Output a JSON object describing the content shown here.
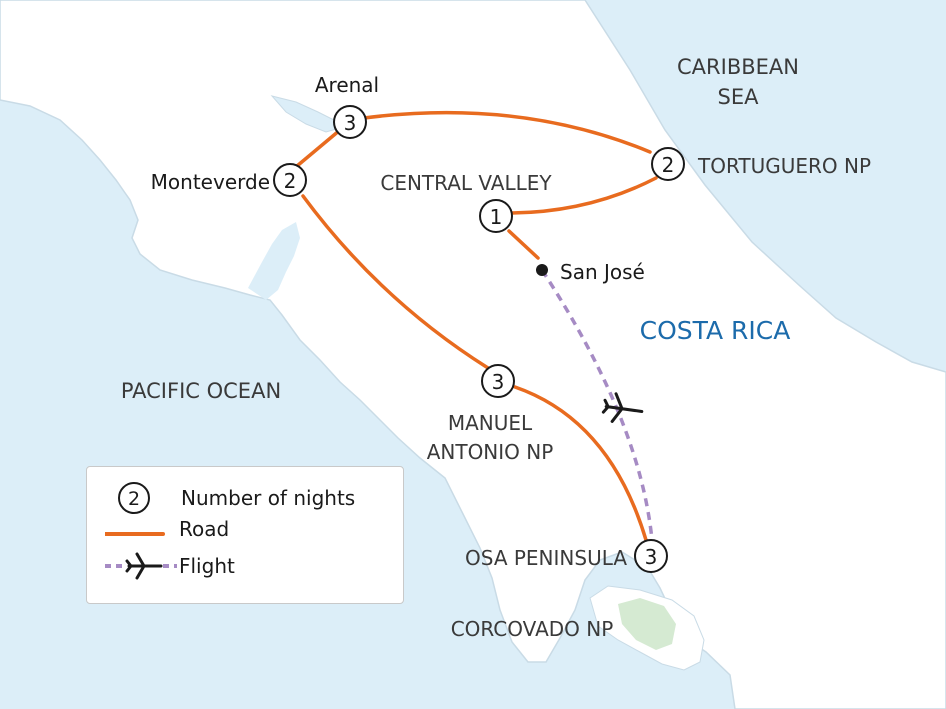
{
  "map": {
    "water_labels": {
      "caribbean_line1": "CARIBBEAN",
      "caribbean_line2": "SEA",
      "pacific": "PACIFIC OCEAN"
    },
    "country_label": "COSTA RICA",
    "region_labels": {
      "central_valley": "CENTRAL VALLEY",
      "manuel_antonio_line1": "MANUEL",
      "manuel_antonio_line2": "ANTONIO NP",
      "osa_peninsula": "OSA PENINSULA",
      "corcovado": "CORCOVADO  NP",
      "tortuguero": "TORTUGUERO NP"
    },
    "place_labels": {
      "arenal": "Arenal",
      "monteverde": "Monteverde",
      "san_jose": "San José"
    },
    "stops": [
      {
        "id": "arenal",
        "nights": "3"
      },
      {
        "id": "monteverde",
        "nights": "2"
      },
      {
        "id": "tortuguero",
        "nights": "2"
      },
      {
        "id": "central-valley",
        "nights": "1"
      },
      {
        "id": "manuel-antonio",
        "nights": "3"
      },
      {
        "id": "osa",
        "nights": "3"
      }
    ]
  },
  "legend": {
    "nights_sample": "2",
    "nights_label": "Number of nights",
    "road_label": "Road",
    "flight_label": "Flight"
  },
  "colors": {
    "water": "#dceef8",
    "land": "#ffffff",
    "park": "#d5ead2",
    "road": "#e86b1f",
    "flight": "#a68bc4",
    "country_label": "#1c6bab",
    "text": "#1a1a1a"
  }
}
